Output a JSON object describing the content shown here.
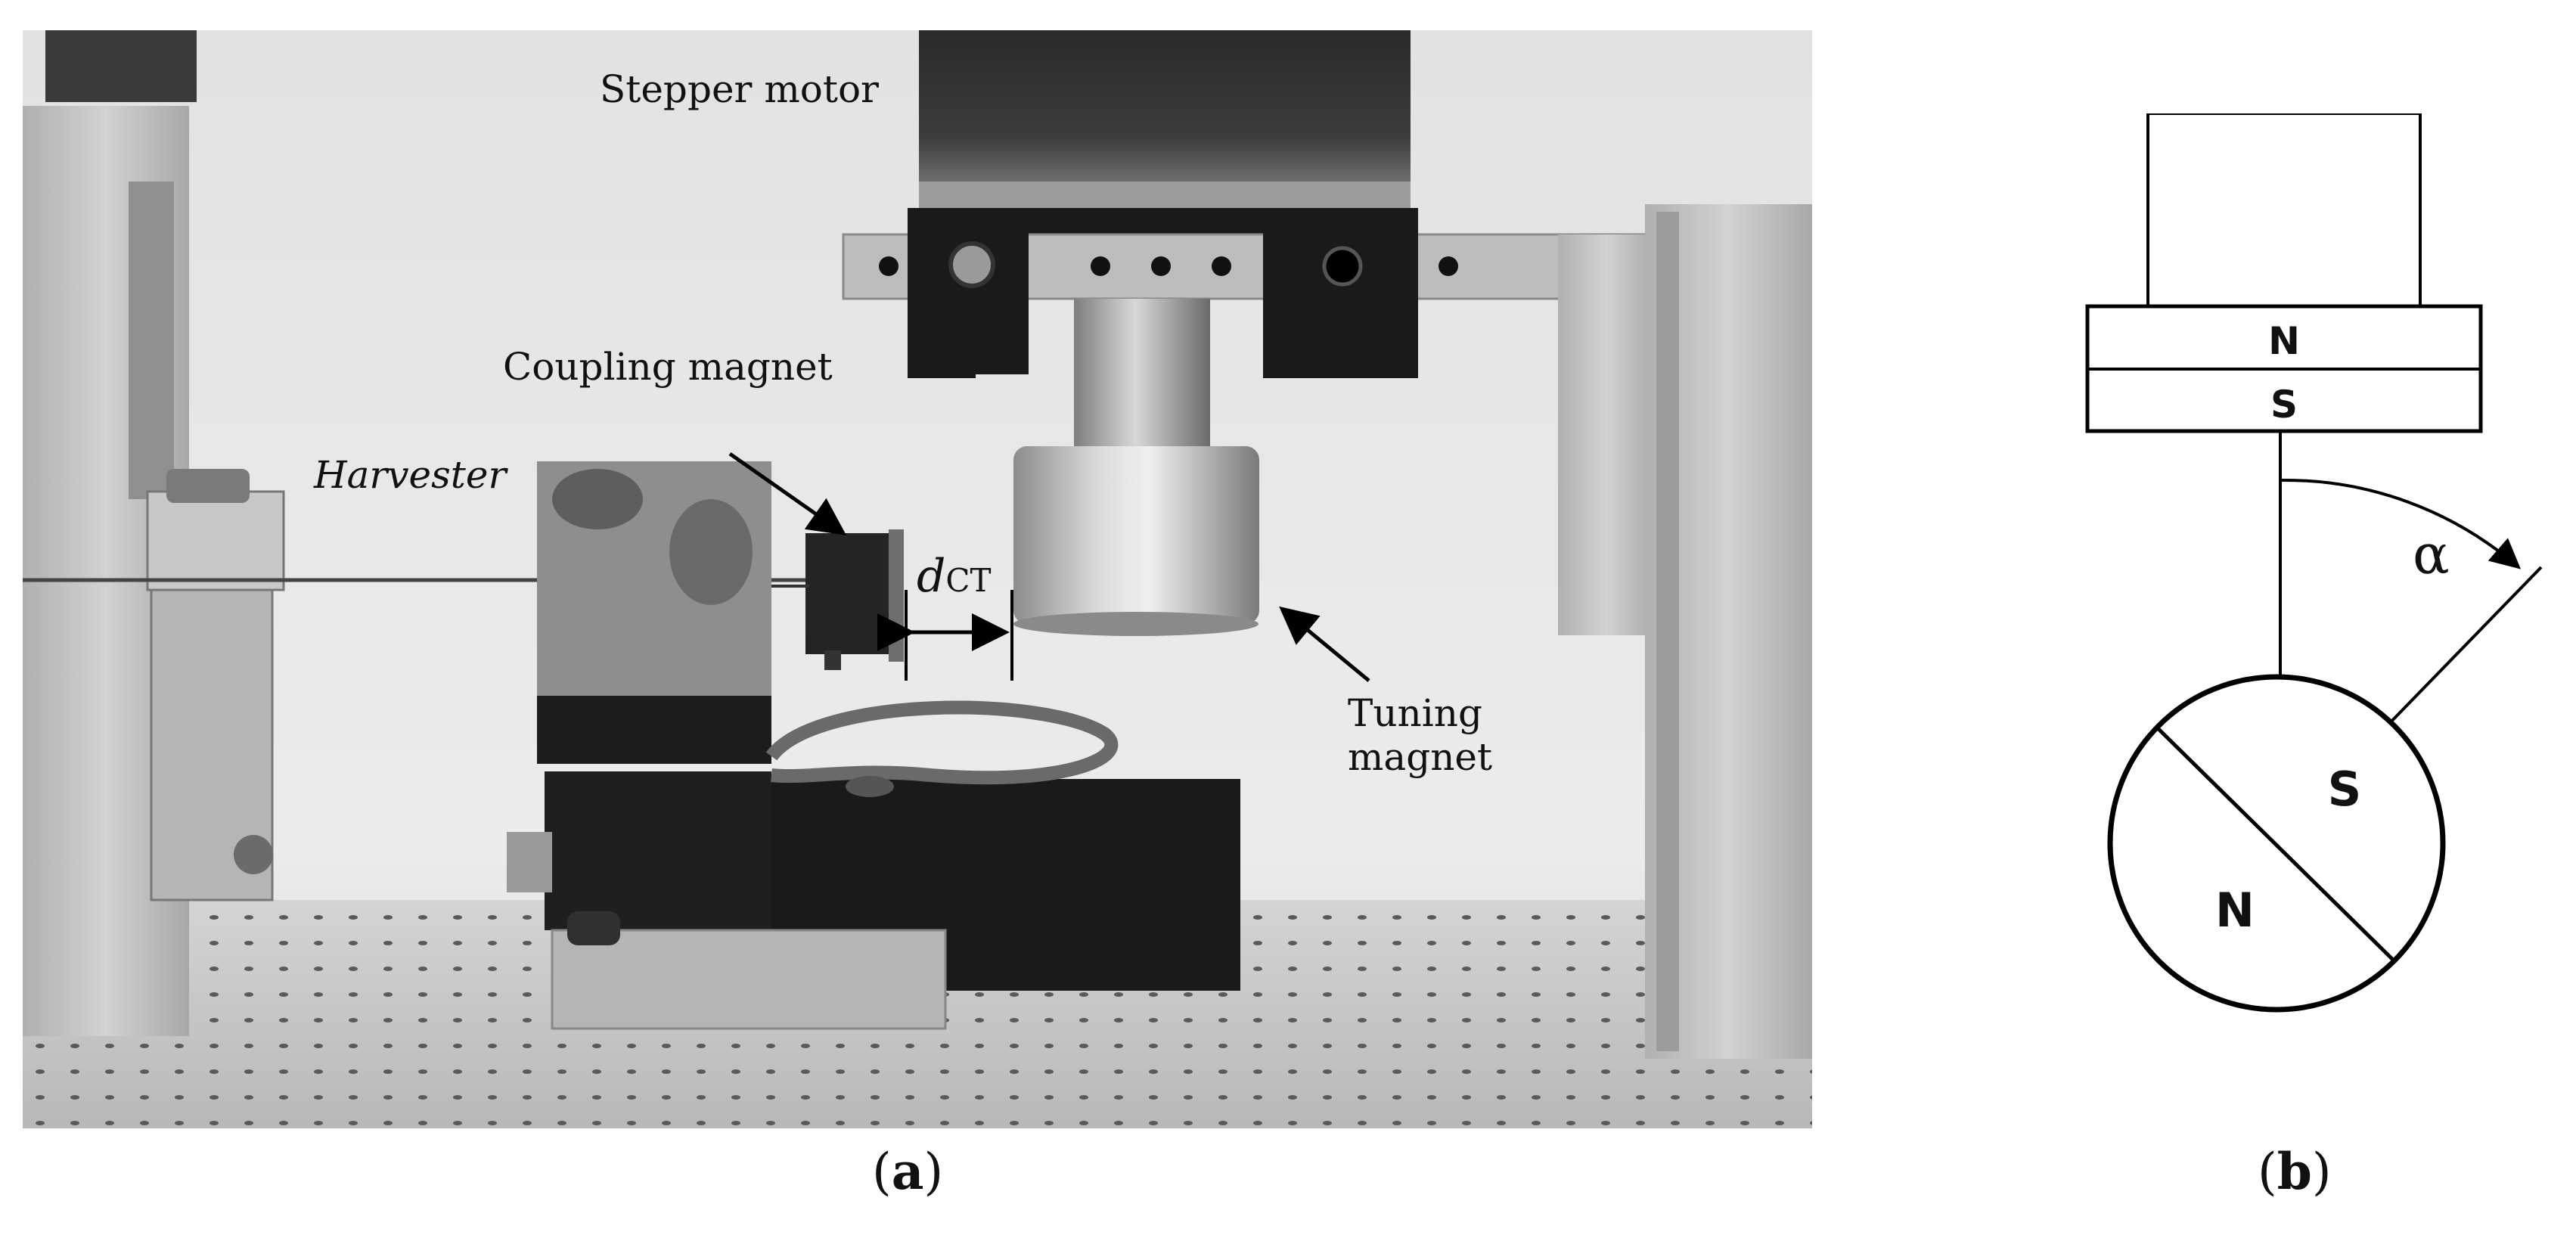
{
  "panel_a": {
    "labels": {
      "stepper_motor": "Stepper motor",
      "coupling_magnet": "Coupling magnet",
      "harvester": "Harvester",
      "d_symbol": "d",
      "d_subscript": "CT",
      "tuning_line1": "Tuning",
      "tuning_line2": "magnet"
    },
    "caption_letter": "a"
  },
  "panel_b": {
    "top_magnet_n": "N",
    "top_magnet_s": "S",
    "angle_symbol": "α",
    "disc_s": "S",
    "disc_n": "N",
    "caption_letter": "b"
  }
}
